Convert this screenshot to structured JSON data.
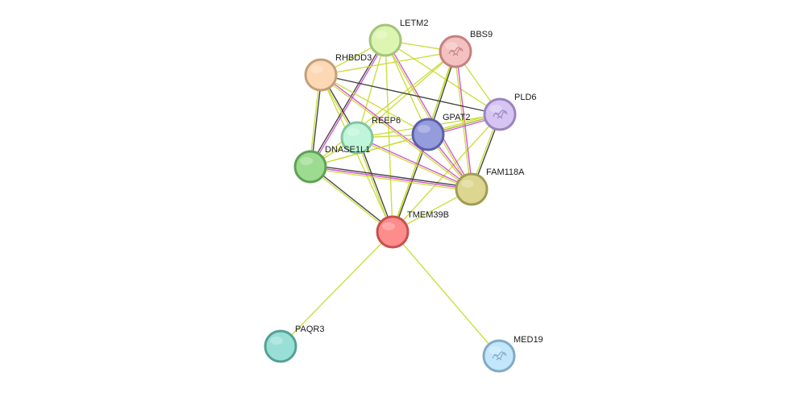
{
  "network": {
    "nodes": [
      {
        "id": "LETM2",
        "label": "LETM2",
        "fill": "#dcf5b0",
        "stroke": "#a4c47a",
        "icon": ""
      },
      {
        "id": "BBS9",
        "label": "BBS9",
        "fill": "#f5c0c0",
        "stroke": "#c48282",
        "icon": "protein-structure-icon"
      },
      {
        "id": "RHBDD3",
        "label": "RHBDD3",
        "fill": "#fcd8b4",
        "stroke": "#c4a078",
        "icon": ""
      },
      {
        "id": "PLD6",
        "label": "PLD6",
        "fill": "#d6c4f2",
        "stroke": "#9a84c0",
        "icon": "protein-structure-icon"
      },
      {
        "id": "REEP6",
        "label": "REEP6",
        "fill": "#bff5d8",
        "stroke": "#84c4a2",
        "icon": ""
      },
      {
        "id": "GPAT2",
        "label": "GPAT2",
        "fill": "#959cdc",
        "stroke": "#5a60a8",
        "icon": ""
      },
      {
        "id": "DNASE1L1",
        "label": "DNASE1L1",
        "fill": "#9ddc90",
        "stroke": "#5ea054",
        "icon": ""
      },
      {
        "id": "FAM118A",
        "label": "FAM118A",
        "fill": "#dcd690",
        "stroke": "#a09c56",
        "icon": ""
      },
      {
        "id": "TMEM39B",
        "label": "TMEM39B",
        "fill": "#fd8c8c",
        "stroke": "#c85050",
        "icon": ""
      },
      {
        "id": "PAQR3",
        "label": "PAQR3",
        "fill": "#98e0d6",
        "stroke": "#56a096",
        "icon": ""
      },
      {
        "id": "MED19",
        "label": "MED19",
        "fill": "#c2e6fc",
        "stroke": "#82aac4",
        "icon": "protein-structure-icon"
      }
    ],
    "edges": [
      {
        "source": "TMEM39B",
        "target": "PAQR3",
        "evidence": [
          "#c6dc2e"
        ]
      },
      {
        "source": "TMEM39B",
        "target": "MED19",
        "evidence": [
          "#c6dc2e"
        ]
      },
      {
        "source": "TMEM39B",
        "target": "DNASE1L1",
        "evidence": [
          "#c6dc2e",
          "#333333"
        ]
      },
      {
        "source": "TMEM39B",
        "target": "REEP6",
        "evidence": [
          "#c6dc2e",
          "#333333"
        ]
      },
      {
        "source": "TMEM39B",
        "target": "GPAT2",
        "evidence": [
          "#c6dc2e",
          "#333333"
        ]
      },
      {
        "source": "TMEM39B",
        "target": "FAM118A",
        "evidence": [
          "#c6dc2e"
        ]
      },
      {
        "source": "TMEM39B",
        "target": "RHBDD3",
        "evidence": [
          "#c6dc2e"
        ]
      },
      {
        "source": "TMEM39B",
        "target": "LETM2",
        "evidence": [
          "#c6dc2e"
        ]
      },
      {
        "source": "TMEM39B",
        "target": "BBS9",
        "evidence": [
          "#c6dc2e"
        ]
      },
      {
        "source": "TMEM39B",
        "target": "PLD6",
        "evidence": [
          "#c6dc2e"
        ]
      },
      {
        "source": "LETM2",
        "target": "BBS9",
        "evidence": [
          "#c6dc2e"
        ]
      },
      {
        "source": "LETM2",
        "target": "RHBDD3",
        "evidence": [
          "#c6dc2e"
        ]
      },
      {
        "source": "LETM2",
        "target": "DNASE1L1",
        "evidence": [
          "#d045d0",
          "#333333"
        ]
      },
      {
        "source": "LETM2",
        "target": "REEP6",
        "evidence": [
          "#c6dc2e"
        ]
      },
      {
        "source": "LETM2",
        "target": "GPAT2",
        "evidence": [
          "#c6dc2e"
        ]
      },
      {
        "source": "LETM2",
        "target": "FAM118A",
        "evidence": [
          "#d045d0",
          "#c6dc2e"
        ]
      },
      {
        "source": "LETM2",
        "target": "PLD6",
        "evidence": [
          "#c6dc2e"
        ]
      },
      {
        "source": "BBS9",
        "target": "RHBDD3",
        "evidence": [
          "#c6dc2e"
        ]
      },
      {
        "source": "BBS9",
        "target": "GPAT2",
        "evidence": [
          "#333333",
          "#c6dc2e"
        ]
      },
      {
        "source": "BBS9",
        "target": "FAM118A",
        "evidence": [
          "#d045d0",
          "#c6dc2e"
        ]
      },
      {
        "source": "BBS9",
        "target": "PLD6",
        "evidence": [
          "#c6dc2e"
        ]
      },
      {
        "source": "BBS9",
        "target": "REEP6",
        "evidence": [
          "#c6dc2e"
        ]
      },
      {
        "source": "BBS9",
        "target": "DNASE1L1",
        "evidence": [
          "#c6dc2e"
        ]
      },
      {
        "source": "RHBDD3",
        "target": "PLD6",
        "evidence": [
          "#333333"
        ]
      },
      {
        "source": "RHBDD3",
        "target": "DNASE1L1",
        "evidence": [
          "#333333",
          "#c6dc2e"
        ]
      },
      {
        "source": "RHBDD3",
        "target": "REEP6",
        "evidence": [
          "#333333",
          "#c6dc2e"
        ]
      },
      {
        "source": "RHBDD3",
        "target": "GPAT2",
        "evidence": [
          "#c6dc2e"
        ]
      },
      {
        "source": "RHBDD3",
        "target": "FAM118A",
        "evidence": [
          "#d045d0",
          "#c6dc2e"
        ]
      },
      {
        "source": "PLD6",
        "target": "GPAT2",
        "evidence": [
          "#d045d0",
          "#333333",
          "#c6dc2e"
        ]
      },
      {
        "source": "PLD6",
        "target": "FAM118A",
        "evidence": [
          "#333333",
          "#c6dc2e"
        ]
      },
      {
        "source": "PLD6",
        "target": "REEP6",
        "evidence": [
          "#c6dc2e"
        ]
      },
      {
        "source": "PLD6",
        "target": "DNASE1L1",
        "evidence": [
          "#c6dc2e"
        ]
      },
      {
        "source": "REEP6",
        "target": "GPAT2",
        "evidence": [
          "#c6dc2e"
        ]
      },
      {
        "source": "REEP6",
        "target": "DNASE1L1",
        "evidence": [
          "#c6dc2e"
        ]
      },
      {
        "source": "REEP6",
        "target": "FAM118A",
        "evidence": [
          "#d045d0",
          "#c6dc2e"
        ]
      },
      {
        "source": "GPAT2",
        "target": "DNASE1L1",
        "evidence": [
          "#c6dc2e"
        ]
      },
      {
        "source": "GPAT2",
        "target": "FAM118A",
        "evidence": [
          "#d045d0",
          "#c6dc2e"
        ]
      },
      {
        "source": "DNASE1L1",
        "target": "FAM118A",
        "evidence": [
          "#333333",
          "#d045d0",
          "#c6dc2e"
        ]
      }
    ]
  }
}
